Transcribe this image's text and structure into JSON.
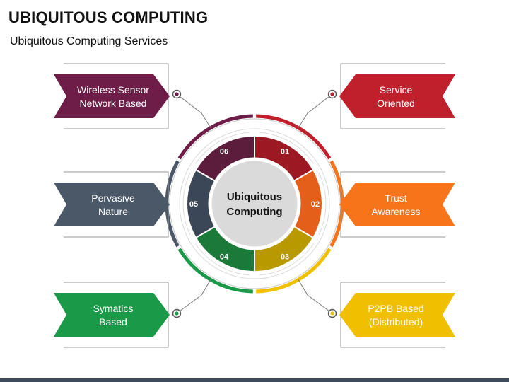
{
  "title": "UBIQUITOUS COMPUTING",
  "subtitle": "Ubiquitous Computing Services",
  "center": {
    "line1": "Ubiquitous",
    "line2": "Computing"
  },
  "segments": [
    {
      "number": "01",
      "label": [
        "Service",
        "Oriented"
      ],
      "color": "#c0202b",
      "segment_color": "#9c1822"
    },
    {
      "number": "02",
      "label": [
        "Trust",
        "Awareness"
      ],
      "color": "#f7741a",
      "segment_color": "#e4601a"
    },
    {
      "number": "03",
      "label": [
        "P2PB Based",
        "(Distributed)"
      ],
      "color": "#f0c000",
      "segment_color": "#b89a00"
    },
    {
      "number": "04",
      "label": [
        "Symatics",
        "Based"
      ],
      "color": "#1a9a48",
      "segment_color": "#1b7a3a"
    },
    {
      "number": "05",
      "label": [
        "Pervasive",
        "Nature"
      ],
      "color": "#4a5868",
      "segment_color": "#3b4756"
    },
    {
      "number": "06",
      "label": [
        "Wireless Sensor",
        "Network Based"
      ],
      "color": "#6d1d47",
      "segment_color": "#5c1c3c"
    }
  ]
}
